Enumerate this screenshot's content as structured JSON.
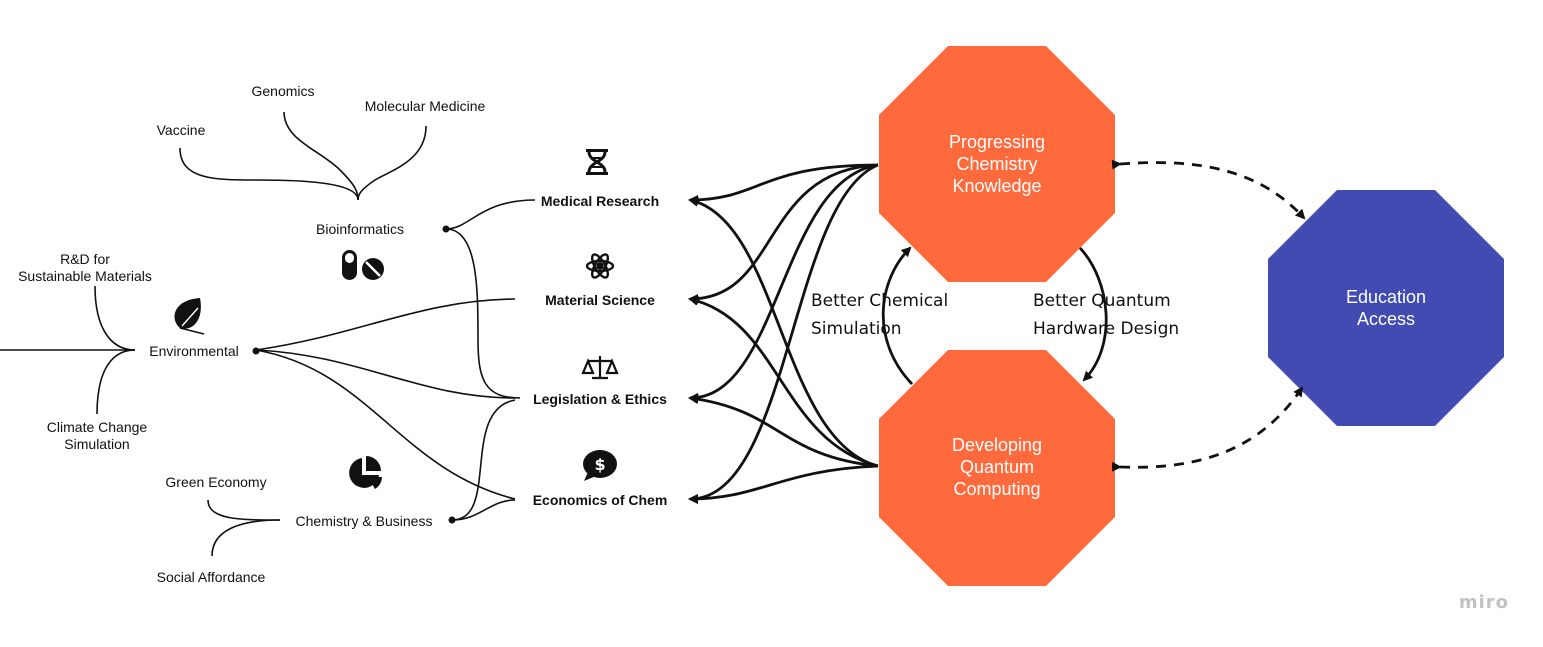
{
  "watermark": "miro",
  "left_tree": {
    "vaccine": "Vaccine",
    "genomics": "Genomics",
    "molecular_medicine": "Molecular Medicine",
    "bioinformatics": "Bioinformatics",
    "rd_sustainable": "R&D for\nSustainable Materials",
    "environmental": "Environmental",
    "climate_change": "Climate Change\nSimulation",
    "green_economy": "Green Economy",
    "chemistry_business": "Chemistry & Business",
    "social_affordance": "Social Affordance"
  },
  "areas": [
    {
      "label": "Medical Research",
      "icon": "dna-icon"
    },
    {
      "label": "Material Science",
      "icon": "atom-icon"
    },
    {
      "label": "Legislation & Ethics",
      "icon": "scales-icon"
    },
    {
      "label": "Economics of Chem",
      "icon": "money-bubble-icon"
    }
  ],
  "cycle": {
    "left_label": "Better Chemical\nSimulation",
    "right_label": "Better Quantum\nHardware Design"
  },
  "octagons": {
    "chemistry": {
      "label": "Progressing\nChemistry\nKnowledge",
      "color": "#ff6a3d"
    },
    "quantum": {
      "label": "Developing\nQuantum\nComputing",
      "color": "#ff6a3d"
    },
    "education": {
      "label": "Education\nAccess",
      "color": "#414bb2"
    }
  },
  "icons": [
    "dna-icon",
    "atom-icon",
    "scales-icon",
    "money-bubble-icon",
    "pills-icon",
    "leaf-icon",
    "pie-chart-icon"
  ]
}
